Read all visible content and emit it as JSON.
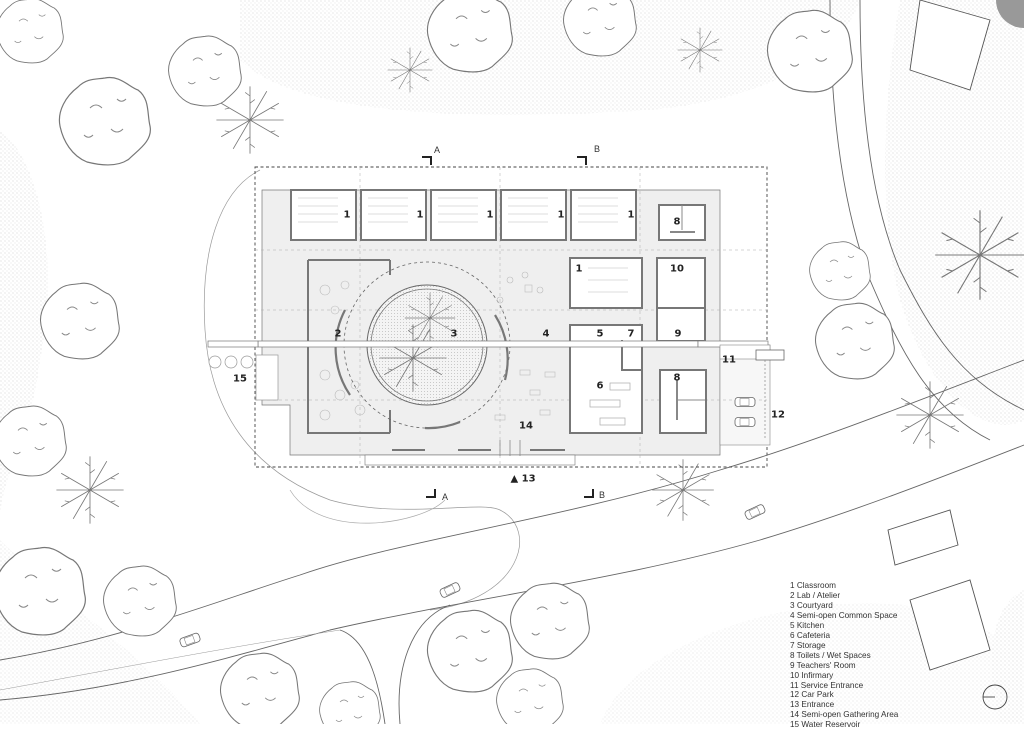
{
  "drawing": {
    "type": "site plan",
    "subject": "school building ground floor plan"
  },
  "legend": [
    {
      "num": "1",
      "label": "1 Classroom"
    },
    {
      "num": "2",
      "label": "2 Lab / Atelier"
    },
    {
      "num": "3",
      "label": "3 Courtyard"
    },
    {
      "num": "4",
      "label": "4 Semi-open Common Space"
    },
    {
      "num": "5",
      "label": "5 Kitchen"
    },
    {
      "num": "6",
      "label": "6 Cafeteria"
    },
    {
      "num": "7",
      "label": "7 Storage"
    },
    {
      "num": "8",
      "label": "8 Toilets / Wet Spaces"
    },
    {
      "num": "9",
      "label": "9 Teachers' Room"
    },
    {
      "num": "10",
      "label": "10 Infirmary"
    },
    {
      "num": "11",
      "label": "11 Service Entrance"
    },
    {
      "num": "12",
      "label": "12 Car Park"
    },
    {
      "num": "13",
      "label": "13 Entrance"
    },
    {
      "num": "14",
      "label": "14 Semi-open Gathering Area"
    },
    {
      "num": "15",
      "label": "15 Water Reservoir"
    }
  ],
  "room_labels": {
    "classroom_1": "1",
    "classroom_2": "1",
    "classroom_3": "1",
    "classroom_4": "1",
    "classroom_5": "1",
    "classroom_6": "1",
    "lab": "2",
    "courtyard": "3",
    "common": "4",
    "kitchen": "5",
    "cafeteria": "6",
    "storage": "7",
    "toilets_top": "8",
    "toilets_bottom": "8",
    "teachers": "9",
    "infirmary": "10",
    "service": "11",
    "carpark": "12",
    "entrance": "▲ 13",
    "gathering": "14",
    "reservoir": "15"
  },
  "section_marks": {
    "a_top": "A",
    "b_top": "B",
    "a_bottom": "A",
    "b_bottom": "B"
  },
  "colors": {
    "line": "#555555",
    "wall": "#8a8a8a",
    "floor": "#ececec",
    "stipple": "#dcdcdc"
  }
}
